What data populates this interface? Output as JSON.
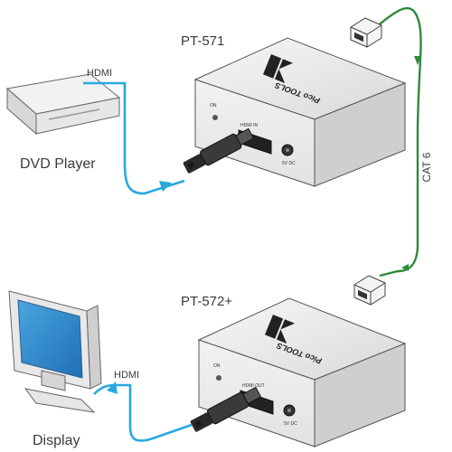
{
  "devices": {
    "top_unit": {
      "label": "PT-571",
      "brand": "Pico TOOLS",
      "port_label": "HDMI IN",
      "power_label": "5V DC",
      "led_label": "ON"
    },
    "bottom_unit": {
      "label": "PT-572+",
      "brand": "Pico TOOLS",
      "port_label": "HDMI OUT",
      "power_label": "5V DC",
      "led_label": "ON"
    },
    "source": {
      "label": "DVD Player"
    },
    "sink": {
      "label": "Display"
    }
  },
  "cables": {
    "top_hdmi": "HDMI",
    "bottom_hdmi": "HDMI",
    "twisted_pair": "CAT 6"
  },
  "colors": {
    "hdmi_cable": "#29a8e0",
    "cat_cable": "#2e8b3a",
    "device_body": "#e9e9e9"
  }
}
